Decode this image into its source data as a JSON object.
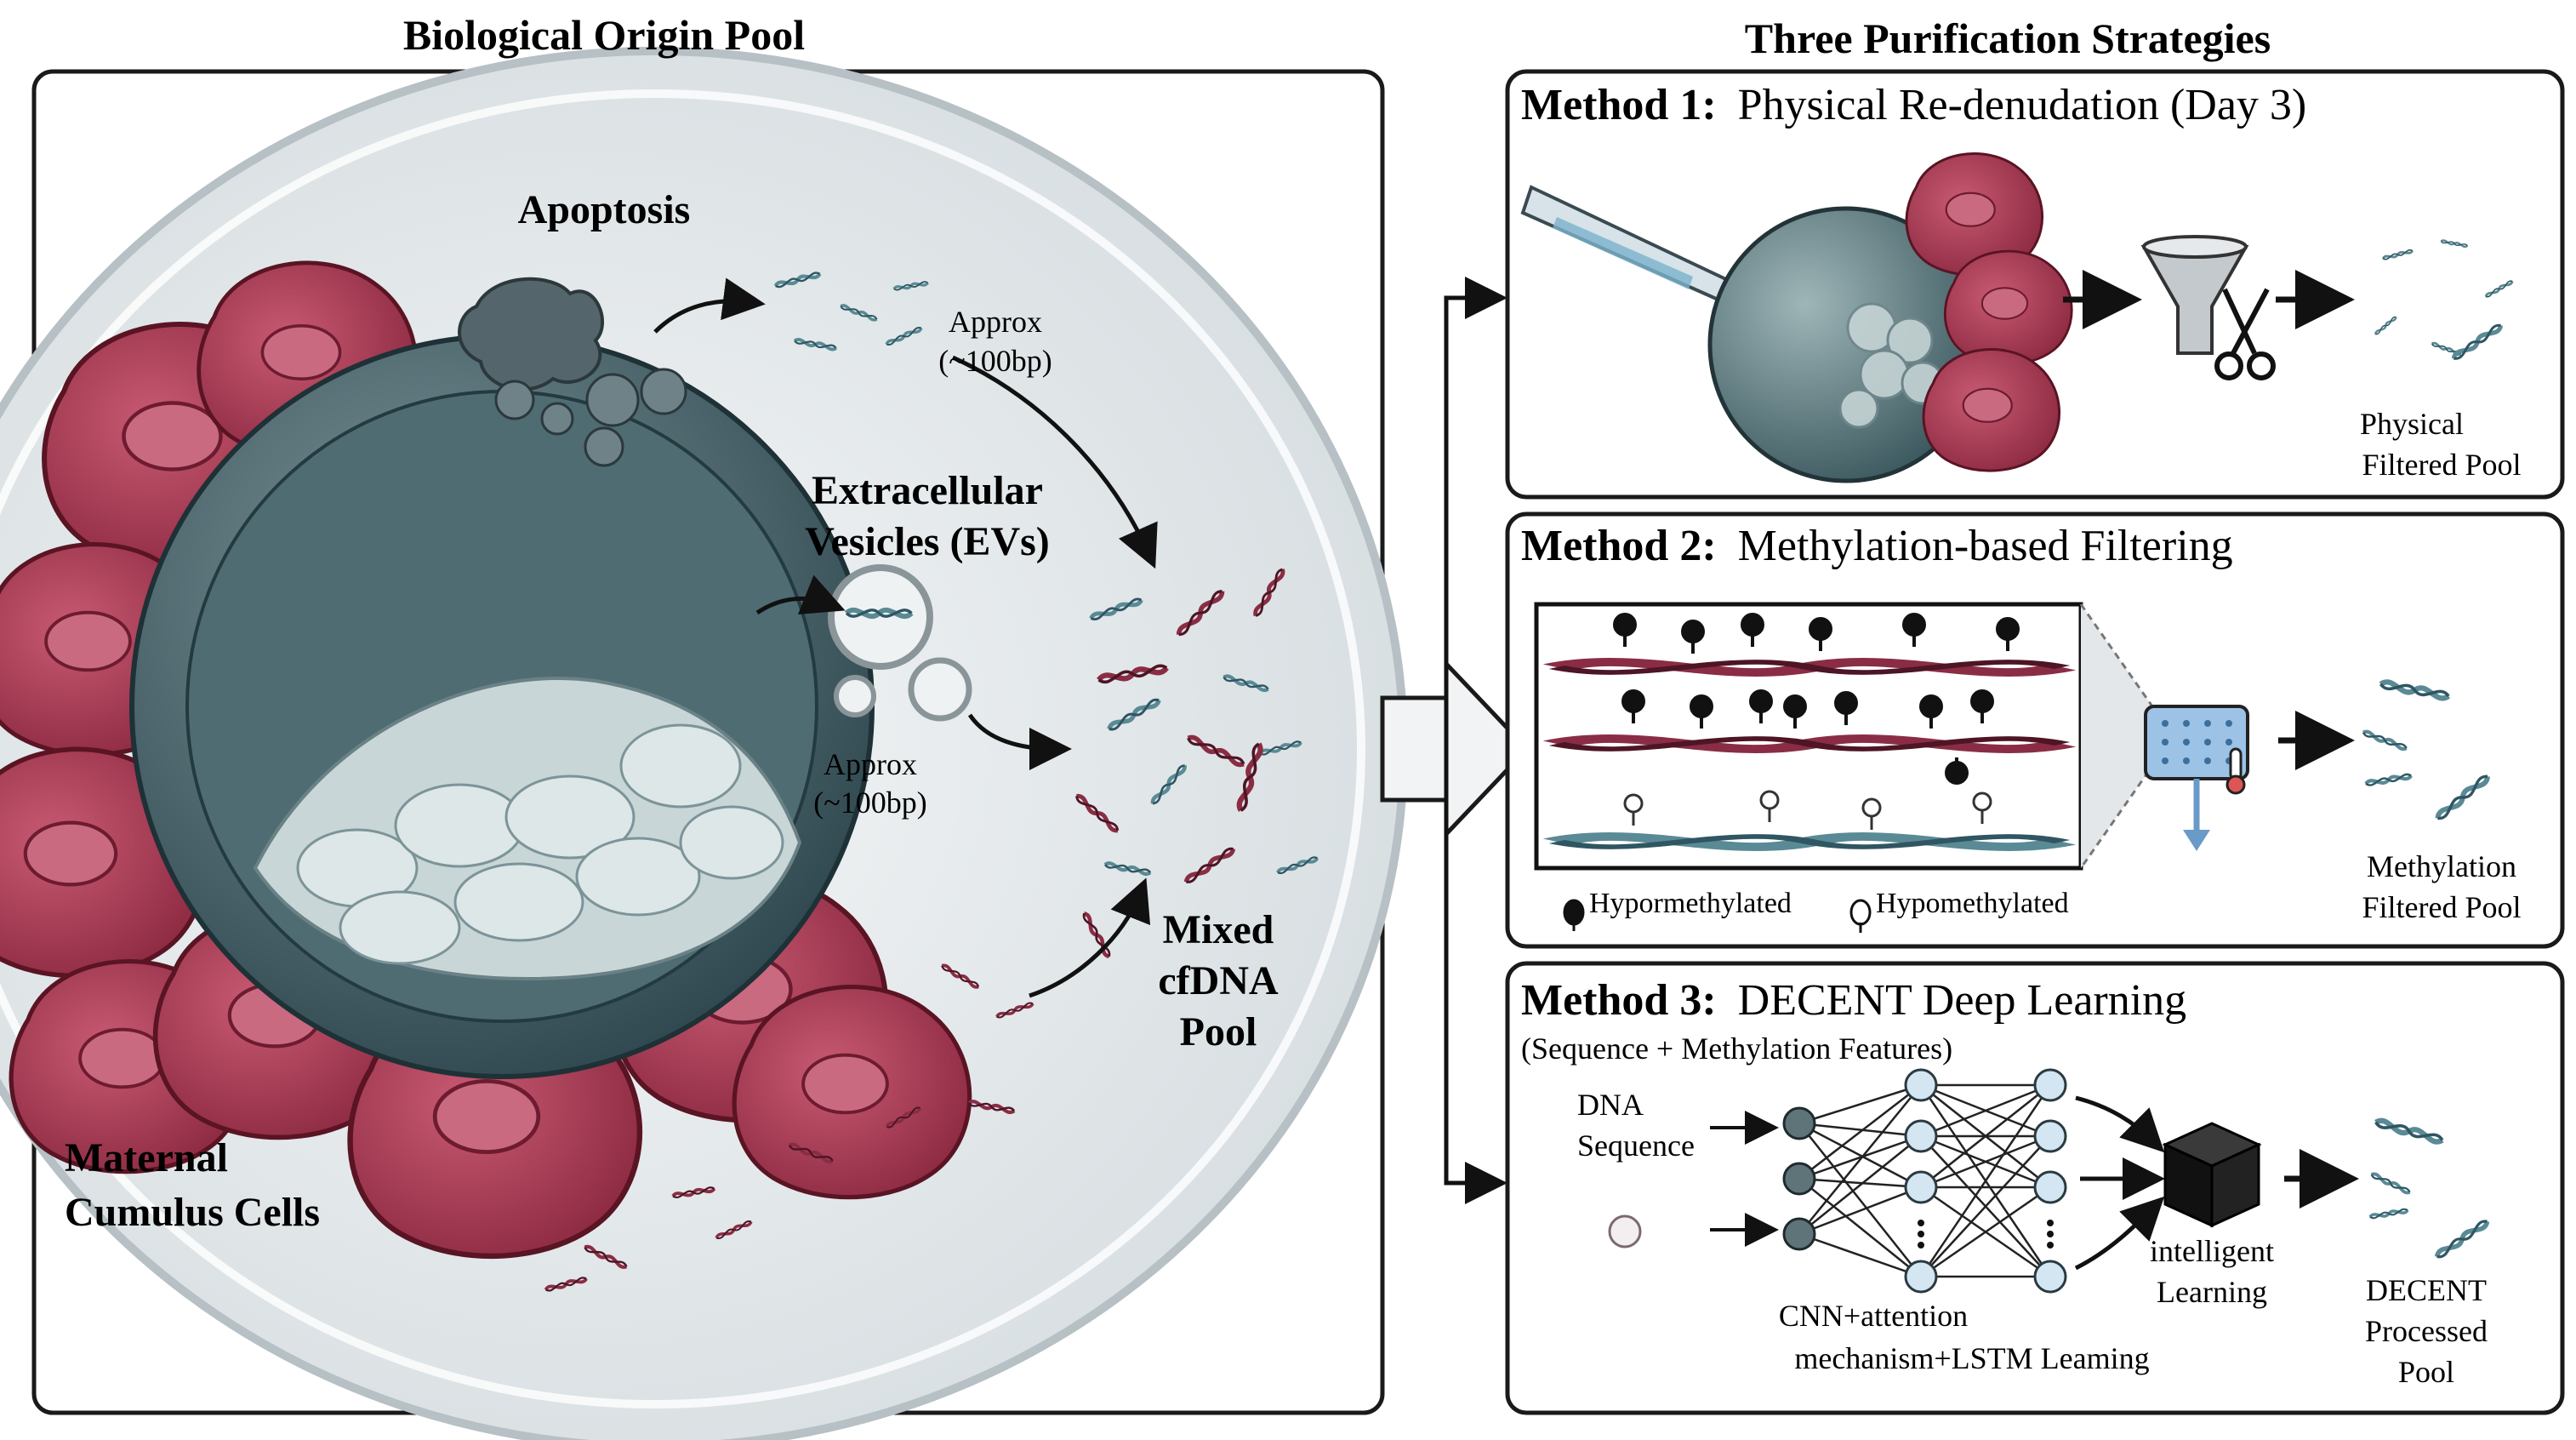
{
  "left": {
    "heading": "Biological Origin Pool",
    "apoptosis": "Apoptosis",
    "approx_top_line1": "Approx",
    "approx_top_line2": "(~100bp)",
    "evs_line1": "Extracellular",
    "evs_line2": "Vesicles (EVs)",
    "approx_mid_line1": "Approx",
    "approx_mid_line2": "(~100bp)",
    "mixed_line1": "Mixed",
    "mixed_line2": "cfDNA",
    "mixed_line3": "Pool",
    "maternal_line1": "Maternal",
    "maternal_line2": "Cumulus Cells"
  },
  "right": {
    "heading": "Three Purification Strategies",
    "method1": {
      "label_bold": "Method 1:",
      "label_rest": "Physical Re-denudation (Day 3)",
      "out_line1": "Physical",
      "out_line2": "Filtered Pool"
    },
    "method2": {
      "label_bold": "Method 2:",
      "label_rest": "Methylation-based Filtering",
      "legend_hyper": "Hypormethylated",
      "legend_hypo": "Hypomethylated",
      "out_line1": "Methylation",
      "out_line2": "Filtered Pool"
    },
    "method3": {
      "label_bold": "Method 3:",
      "label_rest": "DECENT Deep Learning",
      "sublabel": "(Sequence + Methylation Features)",
      "input_line1": "DNA",
      "input_line2": "Sequence",
      "net_line1": "CNN+attention",
      "net_line2": "mechanism+LSTM Leaming",
      "box_line1": "intelligent",
      "box_line2": "Learning",
      "out_line1": "DECENT",
      "out_line2": "Processed",
      "out_line3": "Pool"
    }
  },
  "colors": {
    "panel_border": "#1a1a1a",
    "dish": "#e9edef",
    "cell_red": "#a83a52",
    "embryo_teal": "#46636a",
    "embryo_light": "#b9c8c9",
    "dna_teal": "#5a8a95",
    "dna_red": "#8a2d44",
    "filter_blue": "#9cc3e6"
  }
}
